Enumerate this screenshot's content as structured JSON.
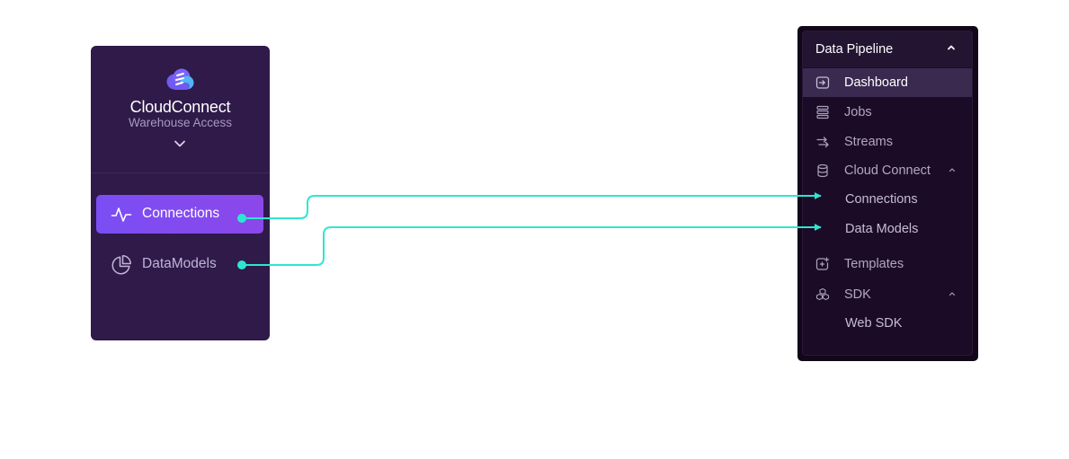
{
  "colors": {
    "left_panel_bg": "#2f1a4a",
    "accent_gradient_start": "#7a4ef4",
    "accent_gradient_end": "#8b47ea",
    "right_panel_bg": "#1b0b26",
    "connector": "#2ee6d0"
  },
  "left_panel": {
    "brand": {
      "name": "CloudConnect",
      "subtitle": "Warehouse Access",
      "logo_icon": "cloud-stack-logo-icon",
      "expand_icon": "chevron-down-icon"
    },
    "nav": [
      {
        "label": "Connections",
        "icon": "activity-pulse-icon",
        "active": true
      },
      {
        "label": "DataModels",
        "icon": "pie-chart-icon",
        "active": false
      }
    ]
  },
  "right_panel": {
    "section_title": "Data Pipeline",
    "section_icon": "chevron-up-icon",
    "items": [
      {
        "label": "Dashboard",
        "icon": "login-box-icon",
        "active": true
      },
      {
        "label": "Jobs",
        "icon": "stack-rows-icon"
      },
      {
        "label": "Streams",
        "icon": "arrows-exchange-icon"
      },
      {
        "label": "Cloud Connect",
        "icon": "database-icon",
        "expandable": true,
        "children": [
          {
            "label": "Connections"
          },
          {
            "label": "Data Models"
          }
        ]
      },
      {
        "label": "Templates",
        "icon": "template-plus-icon"
      },
      {
        "label": "SDK",
        "icon": "cubes-icon",
        "expandable": true,
        "children": [
          {
            "label": "Web SDK"
          }
        ]
      }
    ]
  },
  "connectors": [
    {
      "from": "left_panel.nav.0",
      "to": "right_panel.items.3.children.0"
    },
    {
      "from": "left_panel.nav.1",
      "to": "right_panel.items.3.children.1"
    }
  ]
}
